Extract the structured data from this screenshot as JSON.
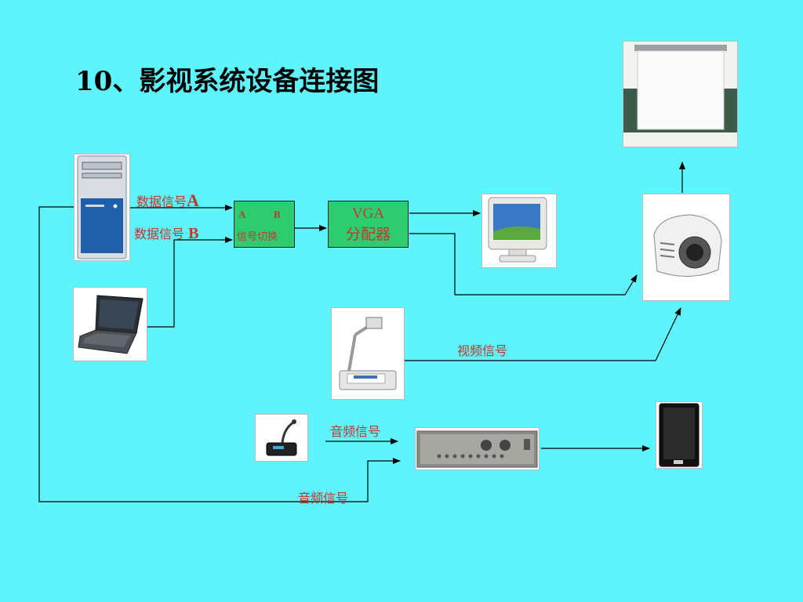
{
  "title": "10、影视系统设备连接图",
  "labels": {
    "data_a_prefix": "数据信号",
    "data_a_letter": "A",
    "data_b_prefix": "数据信号 ",
    "data_b_letter": "B",
    "video": "视频信号",
    "audio_mic": "音频信号",
    "audio_pc": "音频信号"
  },
  "switch_box": {
    "a": "A",
    "b": "B",
    "caption": "信号切换"
  },
  "vga_box": {
    "line1": "VGA",
    "line2": "分配器"
  },
  "colors": {
    "background": "#5ff3fb",
    "box": "#2ecc71",
    "label": "#c0392b",
    "line": "#000000"
  },
  "devices": [
    "desktop-tower",
    "laptop",
    "document-camera",
    "microphone",
    "amplifier",
    "crt-monitor",
    "projector",
    "projection-screen",
    "loudspeaker"
  ]
}
